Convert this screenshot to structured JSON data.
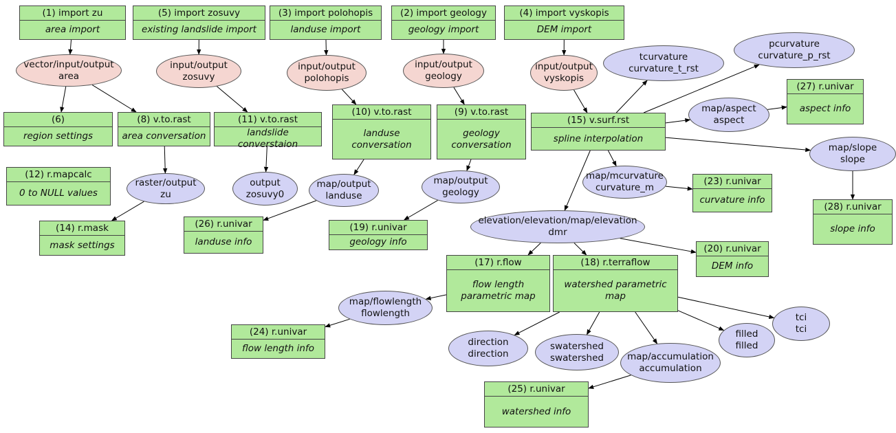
{
  "colors": {
    "process_fill": "#b1e99b",
    "input_fill": "#f5d6d1",
    "output_fill": "#d3d3f5",
    "stroke": "#000000"
  },
  "processes": {
    "import_zu": {
      "title": "(1) import zu",
      "desc": "area import"
    },
    "import_zosuvy": {
      "title": "(5) import zosuvy",
      "desc": "existing landslide import"
    },
    "import_polohopis": {
      "title": "(3) import polohopis",
      "desc": "landuse import"
    },
    "import_geology": {
      "title": "(2) import geology",
      "desc": "geology import"
    },
    "import_vyskopis": {
      "title": "(4) import vyskopis",
      "desc": "DEM import"
    },
    "region": {
      "title": "(6)",
      "desc": "region settings"
    },
    "vtorast_area": {
      "title": "(8) v.to.rast",
      "desc": "area conversation"
    },
    "vtorast_landslide": {
      "title": "(11) v.to.rast",
      "desc": "landslide converstaion"
    },
    "vtorast_landuse": {
      "title": "(10) v.to.rast",
      "desc": "landuse conversation"
    },
    "vtorast_geology": {
      "title": "(9) v.to.rast",
      "desc": "geology conversation"
    },
    "vsurfrst": {
      "title": "(15) v.surf.rst",
      "desc": "spline interpolation"
    },
    "univar_aspect": {
      "title": "(27) r.univar",
      "desc": "aspect info"
    },
    "mapcalc": {
      "title": "(12) r.mapcalc",
      "desc": "0 to NULL values"
    },
    "rmask": {
      "title": "(14) r.mask",
      "desc": "mask settings"
    },
    "univar_landuse": {
      "title": "(26) r.univar",
      "desc": "landuse info"
    },
    "univar_geology": {
      "title": "(19) r.univar",
      "desc": "geology info"
    },
    "univar_curvature": {
      "title": "(23) r.univar",
      "desc": "curvature info"
    },
    "univar_slope": {
      "title": "(28) r.univar",
      "desc": "slope info"
    },
    "univar_dem": {
      "title": "(20) r.univar",
      "desc": "DEM info"
    },
    "rflow": {
      "title": "(17) r.flow",
      "desc": "flow length parametric map"
    },
    "rterraflow": {
      "title": "(18) r.terraflow",
      "desc": "watershed parametric map"
    },
    "univar_flow": {
      "title": "(24) r.univar",
      "desc": "flow length info"
    },
    "univar_watershed": {
      "title": "(25) r.univar",
      "desc": "watershed info"
    }
  },
  "data_nodes": {
    "area": {
      "l1": "vector/input/output",
      "l2": "area"
    },
    "zosuvy": {
      "l1": "input/output",
      "l2": "zosuvy"
    },
    "polohopis": {
      "l1": "input/output",
      "l2": "polohopis"
    },
    "geology_in": {
      "l1": "input/output",
      "l2": "geology"
    },
    "vyskopis": {
      "l1": "input/output",
      "l2": "vyskopis"
    },
    "tcurvature": {
      "l1": "tcurvature",
      "l2": "curvature_t_rst"
    },
    "pcurvature": {
      "l1": "pcurvature",
      "l2": "curvature_p_rst"
    },
    "aspect": {
      "l1": "map/aspect",
      "l2": "aspect"
    },
    "slope": {
      "l1": "map/slope",
      "l2": "slope"
    },
    "raster_zu": {
      "l1": "raster/output",
      "l2": "zu"
    },
    "zosuvy0": {
      "l1": "output",
      "l2": "zosuvy0"
    },
    "landuse": {
      "l1": "map/output",
      "l2": "landuse"
    },
    "geology_out": {
      "l1": "map/output",
      "l2": "geology"
    },
    "mcurvature": {
      "l1": "map/mcurvature",
      "l2": "curvature_m"
    },
    "dmr": {
      "l1": "elevation/elevation/map/elevation",
      "l2": "dmr"
    },
    "flowlength": {
      "l1": "map/flowlength",
      "l2": "flowlength"
    },
    "tci": {
      "l1": "tci",
      "l2": "tci"
    },
    "filled": {
      "l1": "filled",
      "l2": "filled"
    },
    "direction": {
      "l1": "direction",
      "l2": "direction"
    },
    "swatershed": {
      "l1": "swatershed",
      "l2": "swatershed"
    },
    "accumulation": {
      "l1": "map/accumulation",
      "l2": "accumulation"
    }
  },
  "edges": [
    [
      "import_zu",
      "area"
    ],
    [
      "import_zosuvy",
      "zosuvy"
    ],
    [
      "import_polohopis",
      "polohopis"
    ],
    [
      "import_geology",
      "geology_in"
    ],
    [
      "import_vyskopis",
      "vyskopis"
    ],
    [
      "area",
      "region"
    ],
    [
      "area",
      "vtorast_area"
    ],
    [
      "zosuvy",
      "vtorast_landslide"
    ],
    [
      "polohopis",
      "vtorast_landuse"
    ],
    [
      "geology_in",
      "vtorast_geology"
    ],
    [
      "vyskopis",
      "vsurfrst"
    ],
    [
      "vtorast_area",
      "raster_zu"
    ],
    [
      "raster_zu",
      "rmask"
    ],
    [
      "vtorast_landslide",
      "zosuvy0"
    ],
    [
      "vtorast_landuse",
      "landuse"
    ],
    [
      "landuse",
      "univar_landuse"
    ],
    [
      "vtorast_geology",
      "geology_out"
    ],
    [
      "geology_out",
      "univar_geology"
    ],
    [
      "vsurfrst",
      "tcurvature"
    ],
    [
      "vsurfrst",
      "pcurvature"
    ],
    [
      "vsurfrst",
      "aspect"
    ],
    [
      "vsurfrst",
      "slope"
    ],
    [
      "vsurfrst",
      "mcurvature"
    ],
    [
      "vsurfrst",
      "dmr"
    ],
    [
      "aspect",
      "univar_aspect"
    ],
    [
      "slope",
      "univar_slope"
    ],
    [
      "mcurvature",
      "univar_curvature"
    ],
    [
      "dmr",
      "univar_dem"
    ],
    [
      "dmr",
      "rflow"
    ],
    [
      "dmr",
      "rterraflow"
    ],
    [
      "rflow",
      "flowlength"
    ],
    [
      "flowlength",
      "univar_flow"
    ],
    [
      "rterraflow",
      "tci"
    ],
    [
      "rterraflow",
      "filled"
    ],
    [
      "rterraflow",
      "direction"
    ],
    [
      "rterraflow",
      "swatershed"
    ],
    [
      "rterraflow",
      "accumulation"
    ],
    [
      "accumulation",
      "univar_watershed"
    ]
  ]
}
